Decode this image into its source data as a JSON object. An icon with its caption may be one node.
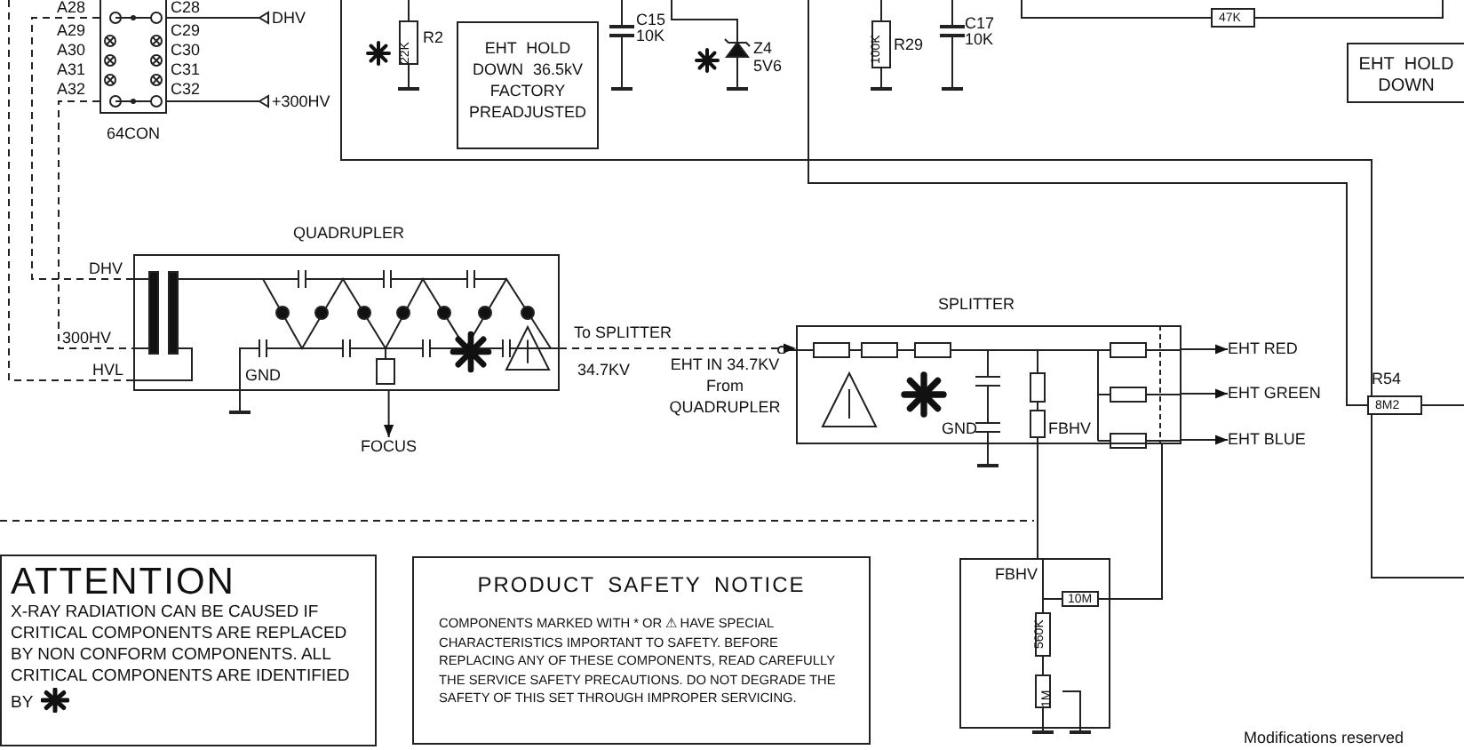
{
  "diagram": {
    "nodes": [
      {
        "text": [
          "EHT HOLD DOWN 36.5kV FACTORY PREADJUSTED"
        ]
      },
      {
        "text": [
          "EHT HOLD DOWN"
        ]
      },
      {
        "text": [
          "64CON"
        ],
        "beside": [
          "A28",
          "A29",
          "A30",
          "A31",
          "A32",
          "C28",
          "C29",
          "C30",
          "C31",
          "C32"
        ]
      },
      {
        "text": [
          "QUADRUPLER"
        ]
      },
      {
        "text": [
          "SPLITTER"
        ]
      },
      {
        "text": [
          "FBHV"
        ]
      },
      {
        "text": [
          "ATTENTION",
          "X-RAY RADIATION CAN BE CAUSED IF CRITICAL COMPONENTS ARE REPLACED BY NON CONFORM COMPONENTS. ALL CRITICAL COMPONENTS ARE IDENTIFIED BY"
        ]
      },
      {
        "text": [
          "PRODUCT SAFETY NOTICE",
          "COMPONENTS MARKED WITH * OR ⚠ HAVE SPECIAL CHARACTERISTICS IMPORTANT TO SAFETY. BEFORE REPLACING ANY OF THESE COMPONENTS, READ CAREFULLY THE SERVICE SAFETY PRECAUTIONS. DO NOT DEGRADE THE SAFETY OF THIS SET THROUGH IMPROPER SERVICING."
        ]
      },
      {
        "text": [
          "FOCUS"
        ]
      },
      {
        "text": [
          "EHT RED"
        ]
      },
      {
        "text": [
          "EHT GREEN"
        ]
      },
      {
        "text": [
          "EHT BLUE"
        ]
      }
    ],
    "edges": [
      {
        "from": 2,
        "to": 3,
        "arrow": "none",
        "style": "dashed"
      },
      {
        "from": 2,
        "to": 3,
        "arrow": "none",
        "style": "dashed"
      },
      {
        "from": null,
        "to": 3,
        "arrow": "none",
        "style": "dashed"
      },
      {
        "from": 3,
        "to": 8,
        "arrow": "to"
      },
      {
        "from": 3,
        "to": 4,
        "arrow": "to",
        "style": "dashed"
      },
      {
        "from": 4,
        "to": 9,
        "arrow": "to"
      },
      {
        "from": 4,
        "to": 10,
        "arrow": "to"
      },
      {
        "from": 4,
        "to": 11,
        "arrow": "to"
      },
      {
        "from": 4,
        "to": 5,
        "arrow": "none"
      },
      {
        "from": 4,
        "to": 5,
        "arrow": "none"
      }
    ],
    "labels": [
      "DHV",
      "+300HV",
      "R2",
      "22K",
      "C15",
      "10K",
      "Z4",
      "5V6",
      "R29",
      "100K",
      "C17",
      "10K",
      "47K",
      "DHV",
      "300HV",
      "HVL",
      "GND",
      "To SPLITTER",
      "34.7KV",
      "EHT IN 34.7KV From QUADRUPLER",
      "GND",
      "FBHV",
      "R54",
      "8M2",
      "10M",
      "560K",
      "1M",
      "Modifications reserved"
    ]
  }
}
